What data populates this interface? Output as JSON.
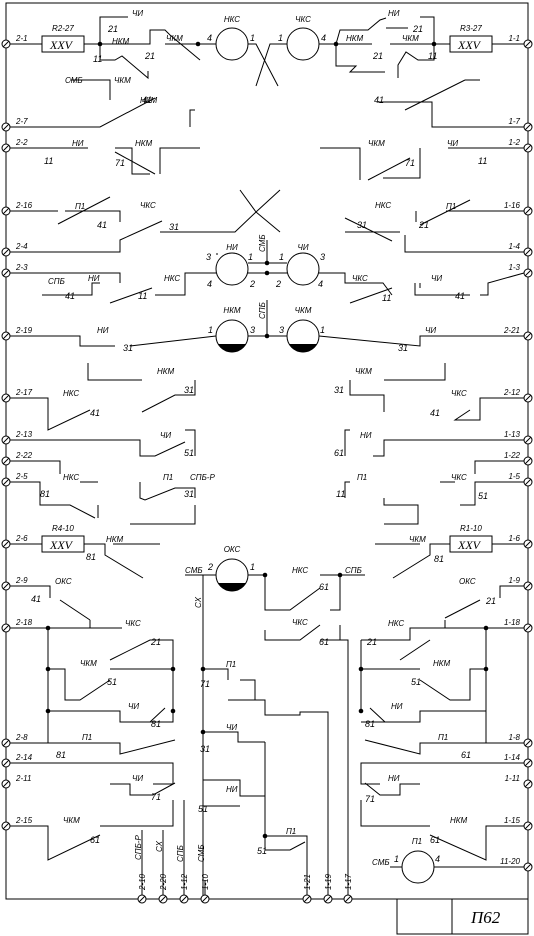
{
  "drawing_id": "П62",
  "resistors": [
    {
      "name": "R2-27",
      "label": "XXV"
    },
    {
      "name": "R3-27",
      "label": "XXV"
    },
    {
      "name": "R4-10",
      "label": "XXV"
    },
    {
      "name": "R1-10",
      "label": "XXV"
    }
  ],
  "relays": [
    {
      "id": "nks-top",
      "label": "НКС",
      "pins": [
        "4",
        "1"
      ]
    },
    {
      "id": "chks-top",
      "label": "ЧКС",
      "pins": [
        "1",
        "4"
      ]
    },
    {
      "id": "ni-mid",
      "label": "НИ",
      "pins": [
        "3",
        "1",
        "4",
        "2"
      ]
    },
    {
      "id": "chi-mid",
      "label": "ЧИ",
      "pins": [
        "1",
        "3",
        "2",
        "4"
      ]
    },
    {
      "id": "nkm-mid",
      "label": "НКМ",
      "pins": [
        "1",
        "3"
      ]
    },
    {
      "id": "chkm-mid",
      "label": "ЧКМ",
      "pins": [
        "3",
        "1"
      ]
    },
    {
      "id": "oks",
      "label": "ОКС",
      "pins": [
        "2",
        "1"
      ]
    },
    {
      "id": "p1-bot",
      "label": "П1",
      "pins": [
        "1",
        "4"
      ]
    }
  ],
  "terminals_left": [
    "2-1",
    "2-7",
    "2-2",
    "2-16",
    "2-4",
    "2-3",
    "2-19",
    "2-17",
    "2-13",
    "2-22",
    "2-5",
    "2-6",
    "2-9",
    "2-18",
    "2-8",
    "2-14",
    "2-11",
    "2-15"
  ],
  "terminals_right": [
    "1-1",
    "1-7",
    "1-2",
    "1-16",
    "1-4",
    "1-3",
    "2-21",
    "2-12",
    "1-13",
    "1-22",
    "1-5",
    "1-6",
    "1-9",
    "1-18",
    "1-8",
    "1-14",
    "1-11",
    "1-15",
    "11-20"
  ],
  "terminals_bottom": [
    "2-10",
    "2-20",
    "1-12",
    "1-10",
    "1-21",
    "1-19",
    "1-17"
  ],
  "bottom_labels": [
    "СПБ-Р",
    "СХ",
    "СПБ",
    "СМБ"
  ],
  "bus_labels": {
    "smb": "СМБ",
    "spb": "СПБ",
    "sh": "СХ"
  },
  "contacts": [
    {
      "name": "ЧИ",
      "num": "21"
    },
    {
      "name": "НКМ",
      "num": "11"
    },
    {
      "name": "ЧКМ",
      "num": "21"
    },
    {
      "name": "НИ",
      "num": "21"
    },
    {
      "name": "НКМ",
      "num": "21"
    },
    {
      "name": "ЧКМ",
      "num": "11"
    },
    {
      "name": "СМБ",
      "num": ""
    },
    {
      "name": "ЧКМ",
      "num": "41"
    },
    {
      "name": "НКМ",
      "num": "41"
    },
    {
      "name": "НИ",
      "num": "11"
    },
    {
      "name": "НКМ",
      "num": "71"
    },
    {
      "name": "ЧКМ",
      "num": "71"
    },
    {
      "name": "ЧИ",
      "num": "11"
    },
    {
      "name": "П1",
      "num": "41"
    },
    {
      "name": "ЧКС",
      "num": "31"
    },
    {
      "name": "НКС",
      "num": "31"
    },
    {
      "name": "П1",
      "num": "21"
    },
    {
      "name": "СПБ",
      "num": ""
    },
    {
      "name": "НИ",
      "num": "41"
    },
    {
      "name": "НКС",
      "num": "11"
    },
    {
      "name": "ЧКС",
      "num": "11"
    },
    {
      "name": "ЧИ",
      "num": "41"
    },
    {
      "name": "НИ",
      "num": "31"
    },
    {
      "name": "ЧИ",
      "num": "31"
    },
    {
      "name": "НКМ",
      "num": "31"
    },
    {
      "name": "ЧКМ",
      "num": "31"
    },
    {
      "name": "НКС",
      "num": "41"
    },
    {
      "name": "ЧКС",
      "num": "41"
    },
    {
      "name": "ЧИ",
      "num": "51"
    },
    {
      "name": "НИ",
      "num": "61"
    },
    {
      "name": "НКС",
      "num": "81"
    },
    {
      "name": "П1",
      "num": "31"
    },
    {
      "name": "СПБ-Р",
      "num": ""
    },
    {
      "name": "П1",
      "num": "11"
    },
    {
      "name": "ЧКС",
      "num": "51"
    },
    {
      "name": "НКМ",
      "num": "81"
    },
    {
      "name": "ЧКМ",
      "num": "81"
    },
    {
      "name": "ОКС",
      "num": "41"
    },
    {
      "name": "ОКС",
      "num": "21"
    },
    {
      "name": "НКС",
      "num": "61"
    },
    {
      "name": "ЧКС",
      "num": "61"
    },
    {
      "name": "ЧКС",
      "num": "21"
    },
    {
      "name": "ЧКМ",
      "num": "51"
    },
    {
      "name": "ЧИ",
      "num": "81"
    },
    {
      "name": "НКС",
      "num": "21"
    },
    {
      "name": "НКМ",
      "num": "51"
    },
    {
      "name": "НИ",
      "num": "81"
    },
    {
      "name": "П1",
      "num": "81"
    },
    {
      "name": "П1",
      "num": "61"
    },
    {
      "name": "ЧИ",
      "num": "71"
    },
    {
      "name": "НИ",
      "num": "71"
    },
    {
      "name": "ЧКМ",
      "num": "61"
    },
    {
      "name": "НКМ",
      "num": "61"
    },
    {
      "name": "П1",
      "num": "71"
    },
    {
      "name": "ЧИ",
      "num": "31"
    },
    {
      "name": "НИ",
      "num": "51"
    },
    {
      "name": "П1",
      "num": "51"
    }
  ]
}
